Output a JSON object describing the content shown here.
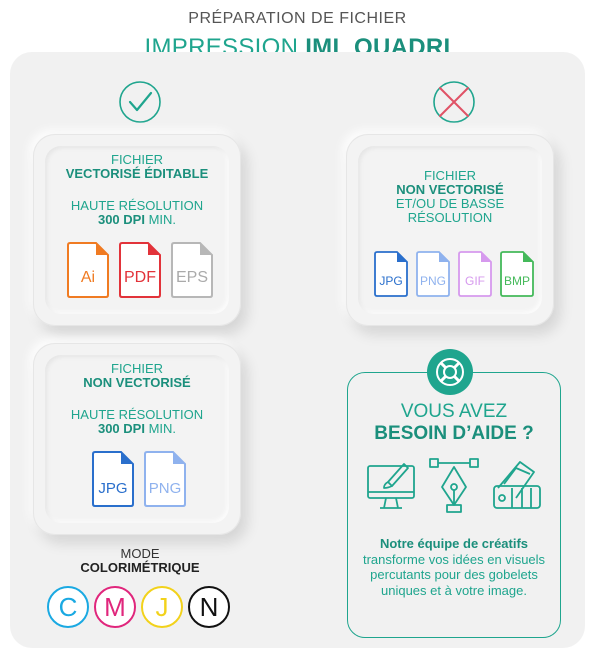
{
  "header": {
    "supertitle": "PRÉPARATION DE FICHIER",
    "title_light": "IMPRESSION",
    "title_bold": "IML QUADRI"
  },
  "colors": {
    "accent": "#1fa58e",
    "accent_dark": "#1b8f7c",
    "error": "#e05266",
    "ai": "#f07b22",
    "pdf": "#e2333a",
    "eps": "#b7b7b7",
    "jpg": "#2a6fcc",
    "png": "#8fb2ee",
    "gif": "#d699ee",
    "bmp": "#44b95a"
  },
  "icons": {
    "good": "check-icon",
    "bad": "cross-icon",
    "help": "lifebuoy-icon"
  },
  "card_vector": {
    "line1": "FICHIER",
    "line2": "VECTORISÉ ÉDITABLE",
    "line3": "HAUTE RÉSOLUTION",
    "line4_bold": "300 DPI",
    "line4_rest": " MIN.",
    "files": [
      "Ai",
      "PDF",
      "EPS"
    ]
  },
  "card_bad": {
    "line1": "FICHIER",
    "line2": "NON VECTORISÉ",
    "line3": "ET/OU DE BASSE",
    "line4": "RÉSOLUTION",
    "files": [
      "JPG",
      "PNG",
      "GIF",
      "BMP"
    ]
  },
  "card_raster": {
    "line1": "FICHIER",
    "line2": "NON VECTORISÉ",
    "line3": "HAUTE RÉSOLUTION",
    "line4_bold": "300 DPI",
    "line4_rest": " MIN.",
    "files": [
      "JPG",
      "PNG"
    ]
  },
  "help": {
    "title1": "VOUS AVEZ",
    "title2": "BESOIN D’AIDE ?",
    "body_bold": "Notre équipe de créatifs",
    "body_rest": "transforme vos idées en visuels percutants pour des gobelets uniques et à votre image."
  },
  "mode": {
    "line1": "MODE",
    "line2": "COLORIMÉTRIQUE",
    "letters": [
      "C",
      "M",
      "J",
      "N"
    ],
    "colors": [
      "#1aa9e2",
      "#e0267c",
      "#f2d21b",
      "#111111"
    ]
  }
}
